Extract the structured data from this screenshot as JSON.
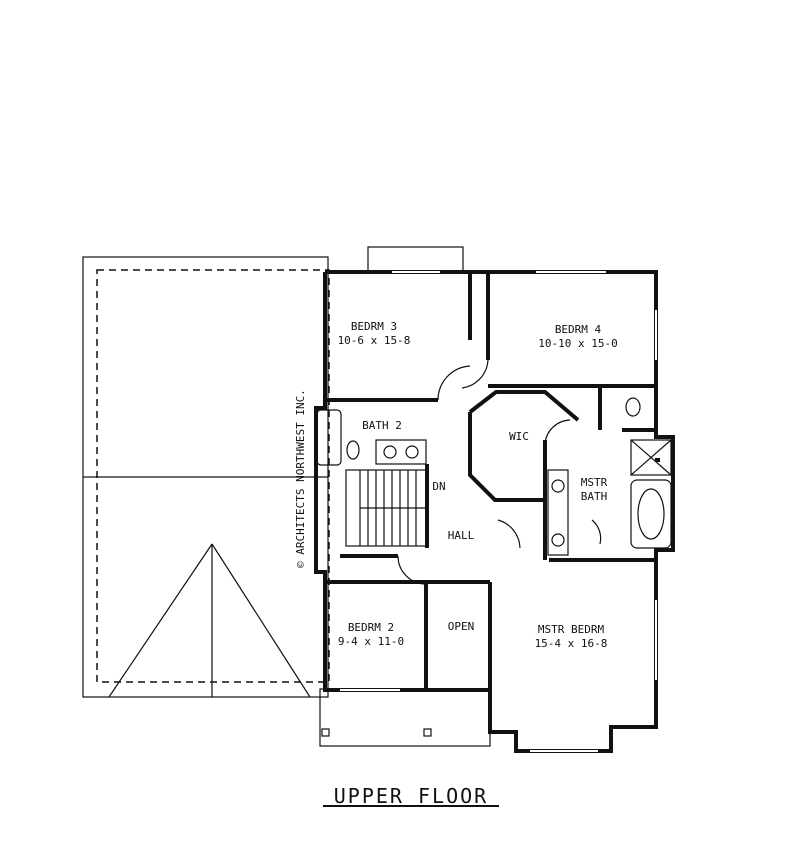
{
  "title": "UPPER FLOOR",
  "copyright": "© ARCHITECTS NORTHWEST INC.",
  "rooms": {
    "bedroom3": {
      "name": "BEDRM 3",
      "dims": "10-6 x 15-8"
    },
    "bedroom4": {
      "name": "BEDRM 4",
      "dims": "10-10 x 15-0"
    },
    "bath2": {
      "name": "BATH 2"
    },
    "wic": {
      "name": "WIC"
    },
    "mstr_bath": {
      "name": "MSTR",
      "name2": "BATH"
    },
    "down": {
      "name": "DN"
    },
    "hall": {
      "name": "HALL"
    },
    "bedroom2": {
      "name": "BEDRM 2",
      "dims": "9-4 x 11-0"
    },
    "open": {
      "name": "OPEN"
    },
    "mstr_bedroom": {
      "name": "MSTR BEDRM",
      "dims": "15-4 x 16-8"
    }
  }
}
